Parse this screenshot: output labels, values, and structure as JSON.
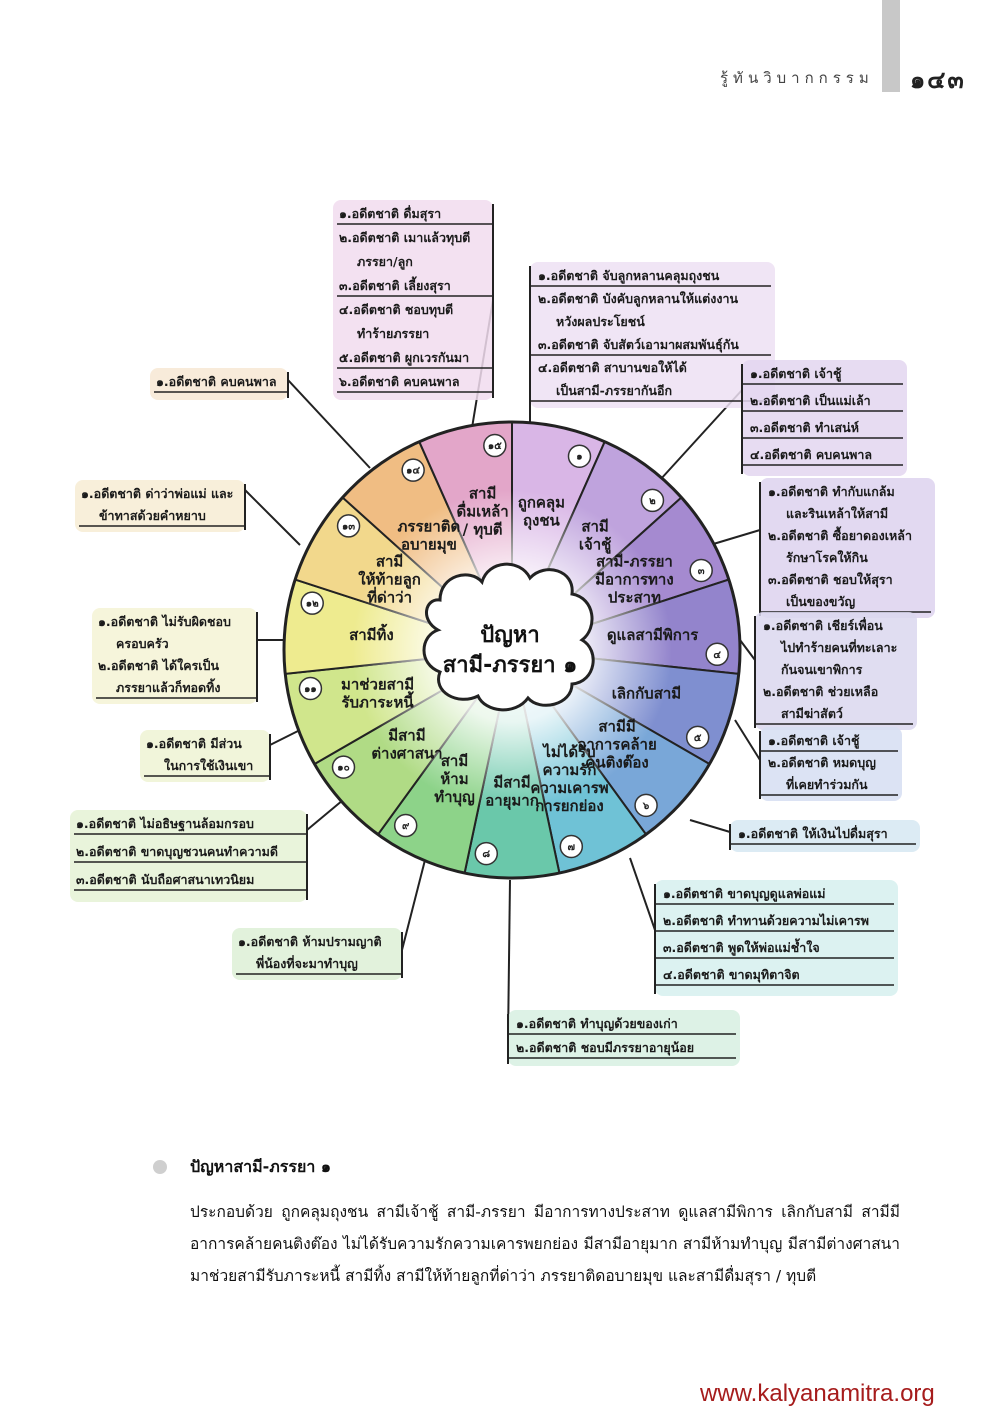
{
  "header": {
    "book_title": "รู้ทันวิบากกรรม",
    "page_number": "๑๔๓"
  },
  "center": {
    "line1": "ปัญหา",
    "line2": "สามี-ภรรยา ๑"
  },
  "segments": [
    {
      "num": "๑",
      "label": [
        "ถูกคลุม",
        "ถุงชน"
      ],
      "color": "#d9b6e6"
    },
    {
      "num": "๒",
      "label": [
        "สามี",
        "เจ้าชู้"
      ],
      "color": "#bfa3dd"
    },
    {
      "num": "๓",
      "label": [
        "สามี-ภรรยา",
        "มีอาการทาง",
        "ประสาท"
      ],
      "color": "#a58ad0"
    },
    {
      "num": "๔",
      "label": [
        "ดูแลสามีพิการ"
      ],
      "color": "#9384cc"
    },
    {
      "num": "๕",
      "label": [
        "เลิกกับสามี"
      ],
      "color": "#7f8fd0"
    },
    {
      "num": "๖",
      "label": [
        "สามีมี",
        "อาการคล้าย",
        "คนติงต๊อง"
      ],
      "color": "#79a7d8"
    },
    {
      "num": "๗",
      "label": [
        "ไม่ได้รับ",
        "ความรัก",
        "ความเคารพ",
        "การยกย่อง"
      ],
      "color": "#6fc2d6"
    },
    {
      "num": "๘",
      "label": [
        "มีสามี",
        "อายุมาก"
      ],
      "color": "#6ac8aa"
    },
    {
      "num": "๙",
      "label": [
        "สามี",
        "ห้าม",
        "ทำบุญ"
      ],
      "color": "#8dd389"
    },
    {
      "num": "๑๐",
      "label": [
        "มีสามี",
        "ต่างศาสนา"
      ],
      "color": "#b0db85"
    },
    {
      "num": "๑๑",
      "label": [
        "มาช่วยสามี",
        "รับภาระหนี้"
      ],
      "color": "#d0e68c"
    },
    {
      "num": "๑๒",
      "label": [
        "สามีทิ้ง"
      ],
      "color": "#eeeb8f"
    },
    {
      "num": "๑๓",
      "label": [
        "สามี",
        "ให้ท้ายลูก",
        "ที่ด่าว่า"
      ],
      "color": "#f2d88c"
    },
    {
      "num": "๑๔",
      "label": [
        "ภรรยาติด",
        "อบายมุข"
      ],
      "color": "#f0bd83"
    },
    {
      "num": "๑๕",
      "label": [
        "สามี",
        "ดื่มเหล้า",
        "/ ทุบตี"
      ],
      "color": "#e3a6c9"
    }
  ],
  "callouts": {
    "c15": [
      "๑.อดีตชาติ ดื่มสุรา",
      "๒.อดีตชาติ เมาแล้วทุบตี",
      "ภรรยา/ลูก",
      "๓.อดีตชาติ เลี้ยงสุรา",
      "๔.อดีตชาติ ชอบทุบตี",
      "ทำร้ายภรรยา",
      "๕.อดีตชาติ ผูกเวรกันมา",
      "๖.อดีตชาติ คบคนพาล"
    ],
    "c1": [
      "๑.อดีตชาติ จับลูกหลานคลุมถุงชน",
      "๒.อดีตชาติ บังคับลูกหลานให้แต่งงาน",
      "หวังผลประโยชน์",
      "๓.อดีตชาติ จับสัตว์เอามาผสมพันธุ์กัน",
      "๔.อดีตชาติ สาบานขอให้ได้",
      "เป็นสามี-ภรรยากันอีก"
    ],
    "c2": [
      "๑.อดีตชาติ เจ้าชู้",
      "๒.อดีตชาติ เป็นแม่เล้า",
      "๓.อดีตชาติ ทำเสน่ห์",
      "๔.อดีตชาติ คบคนพาล"
    ],
    "c3": [
      "๑.อดีตชาติ ทำกับแกล้ม",
      "และรินเหล้าให้สามี",
      "๒.อดีตชาติ ซื้อยาดองเหล้า",
      "รักษาโรคให้กิน",
      "๓.อดีตชาติ ชอบให้สุรา",
      "เป็นของขวัญ"
    ],
    "c4": [
      "๑.อดีตชาติ เชียร์เพื่อน",
      "ไปทำร้ายคนที่ทะเลาะ",
      "กันจนเขาพิการ",
      "๒.อดีตชาติ ช่วยเหลือ",
      "สามีฆ่าสัตว์"
    ],
    "c5": [
      "๑.อดีตชาติ เจ้าชู้",
      "๒.อดีตชาติ หมดบุญ",
      "ที่เคยทำร่วมกัน"
    ],
    "c6": [
      "๑.อดีตชาติ ให้เงินไปดื่มสุรา"
    ],
    "c7": [
      "๑.อดีตชาติ ขาดบุญดูแลพ่อแม่",
      "๒.อดีตชาติ ทำทานด้วยความไม่เคารพ",
      "๓.อดีตชาติ พูดให้พ่อแม่ช้ำใจ",
      "๔.อดีตชาติ ขาดมุทิตาจิต"
    ],
    "c8": [
      "๑.อดีตชาติ ทำบุญด้วยของเก่า",
      "๒.อดีตชาติ ชอบมีภรรยาอายุน้อย"
    ],
    "c9": [
      "๑.อดีตชาติ ห้ามปรามญาติ",
      "พี่น้องที่จะมาทำบุญ"
    ],
    "c10": [
      "๑.อดีตชาติ ไม่อธิษฐานล้อมกรอบ",
      "๒.อดีตชาติ ขาดบุญชวนคนทำความดี",
      "๓.อดีตชาติ นับถือศาสนาเทวนิยม"
    ],
    "c11": [
      "๑.อดีตชาติ มีส่วน",
      "ในการใช้เงินเขา"
    ],
    "c12": [
      "๑.อดีตชาติ ไม่รับผิดชอบ",
      "ครอบครัว",
      "๒.อดีตชาติ ได้ใครเป็น",
      "ภรรยาแล้วก็ทอดทิ้ง"
    ],
    "c13": [
      "๑.อดีตชาติ ด่าว่าพ่อแม่ และ",
      "ข้าทาสด้วยคำหยาบ"
    ],
    "c14": [
      "๑.อดีตชาติ คบคนพาล"
    ]
  },
  "section": {
    "title": "ปัญหาสามี-ภรรยา ๑",
    "body": "ประกอบด้วย ถูกคลุมถุงชน สามีเจ้าชู้ สามี-ภรรยา มีอาการทางประสาท ดูแลสามีพิการ เลิกกับสามี สามีมีอาการคล้ายคนติงต๊อง ไม่ได้รับความรักความเคารพยกย่อง มีสามีอายุมาก สามีห้ามทำบุญ มีสามีต่างศาสนา มาช่วยสามีรับภาระหนี้ สามีทิ้ง สามีให้ท้ายลูกที่ด่าว่า ภรรยาติดอบายมุข และสามีดื่มสุรา / ทุบตี"
  },
  "footer": {
    "url": "www.kalyanamitra.org"
  }
}
